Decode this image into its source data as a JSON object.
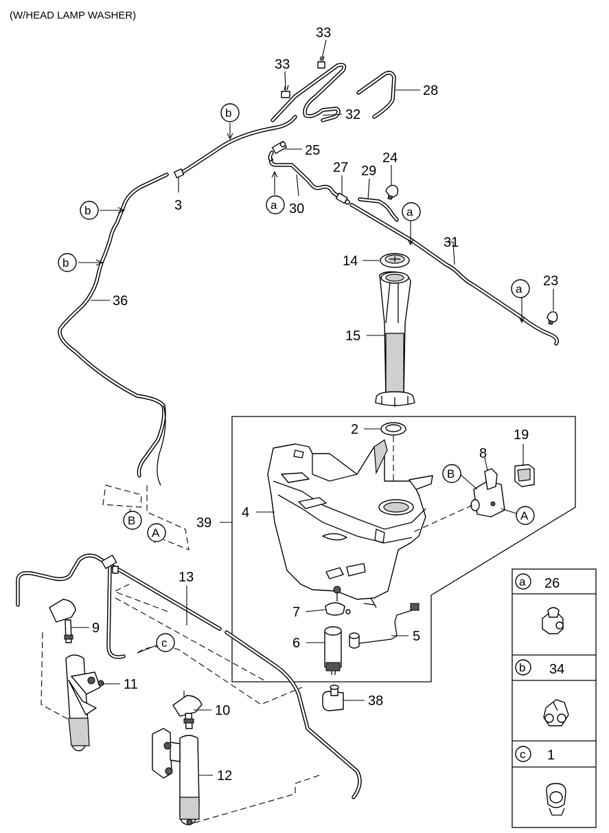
{
  "title": "(W/HEAD LAMP WASHER)",
  "callouts": {
    "n1": "33",
    "n2": "33",
    "n3": "28",
    "n4": "32",
    "n5": "25",
    "n6": "3",
    "n7": "30",
    "n8": "27",
    "n9": "29",
    "n10": "24",
    "n11": "31",
    "n12": "14",
    "n13": "15",
    "n14": "23",
    "n15": "36",
    "n16": "2",
    "n17": "19",
    "n18": "8",
    "n19": "39",
    "n20": "4",
    "n21": "13",
    "n22": "7",
    "n23": "6",
    "n24": "5",
    "n25": "9",
    "n26": "11",
    "n27": "10",
    "n28": "38",
    "n29": "12"
  },
  "ref_letters": {
    "b1": "b",
    "b2": "b",
    "b3": "b",
    "a1": "a",
    "a2": "a",
    "a3": "a",
    "c1": "c",
    "B1": "B",
    "A1": "A",
    "B2": "B",
    "A2": "A"
  },
  "legend": [
    {
      "letter": "a",
      "part": "26"
    },
    {
      "letter": "b",
      "part": "34"
    },
    {
      "letter": "c",
      "part": "1"
    }
  ]
}
